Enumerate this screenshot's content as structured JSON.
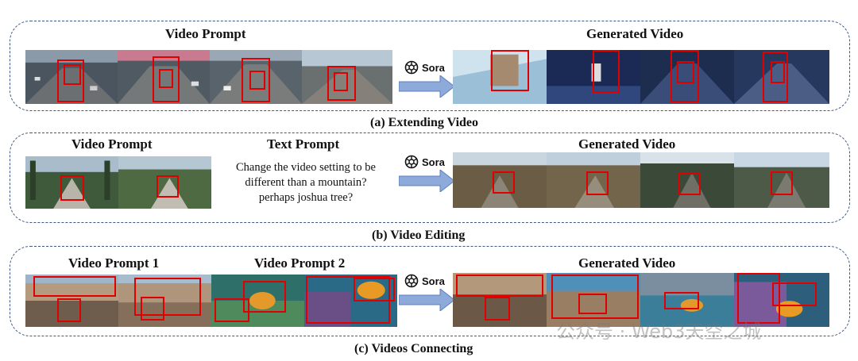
{
  "panel_a": {
    "video_prompt_title": "Video Prompt",
    "generated_title": "Generated Video",
    "caption": "(a) Extending Video"
  },
  "panel_b": {
    "video_prompt_title": "Video Prompt",
    "text_prompt_title": "Text Prompt",
    "text_prompt_lines": [
      "Change the video setting to be",
      "different than a mountain?",
      "perhaps joshua tree?"
    ],
    "generated_title": "Generated Video",
    "caption": "(b) Video Editing"
  },
  "panel_c": {
    "video_prompt1_title": "Video Prompt 1",
    "video_prompt2_title": "Video Prompt 2",
    "generated_title": "Generated Video",
    "caption": "(c) Videos Connecting"
  },
  "sora_label": "Sora",
  "watermark": "公众号 · Web3天空之城",
  "colors": {
    "border": "#3d5a80",
    "box": "#e00000",
    "arrow": "#8eaadb"
  }
}
